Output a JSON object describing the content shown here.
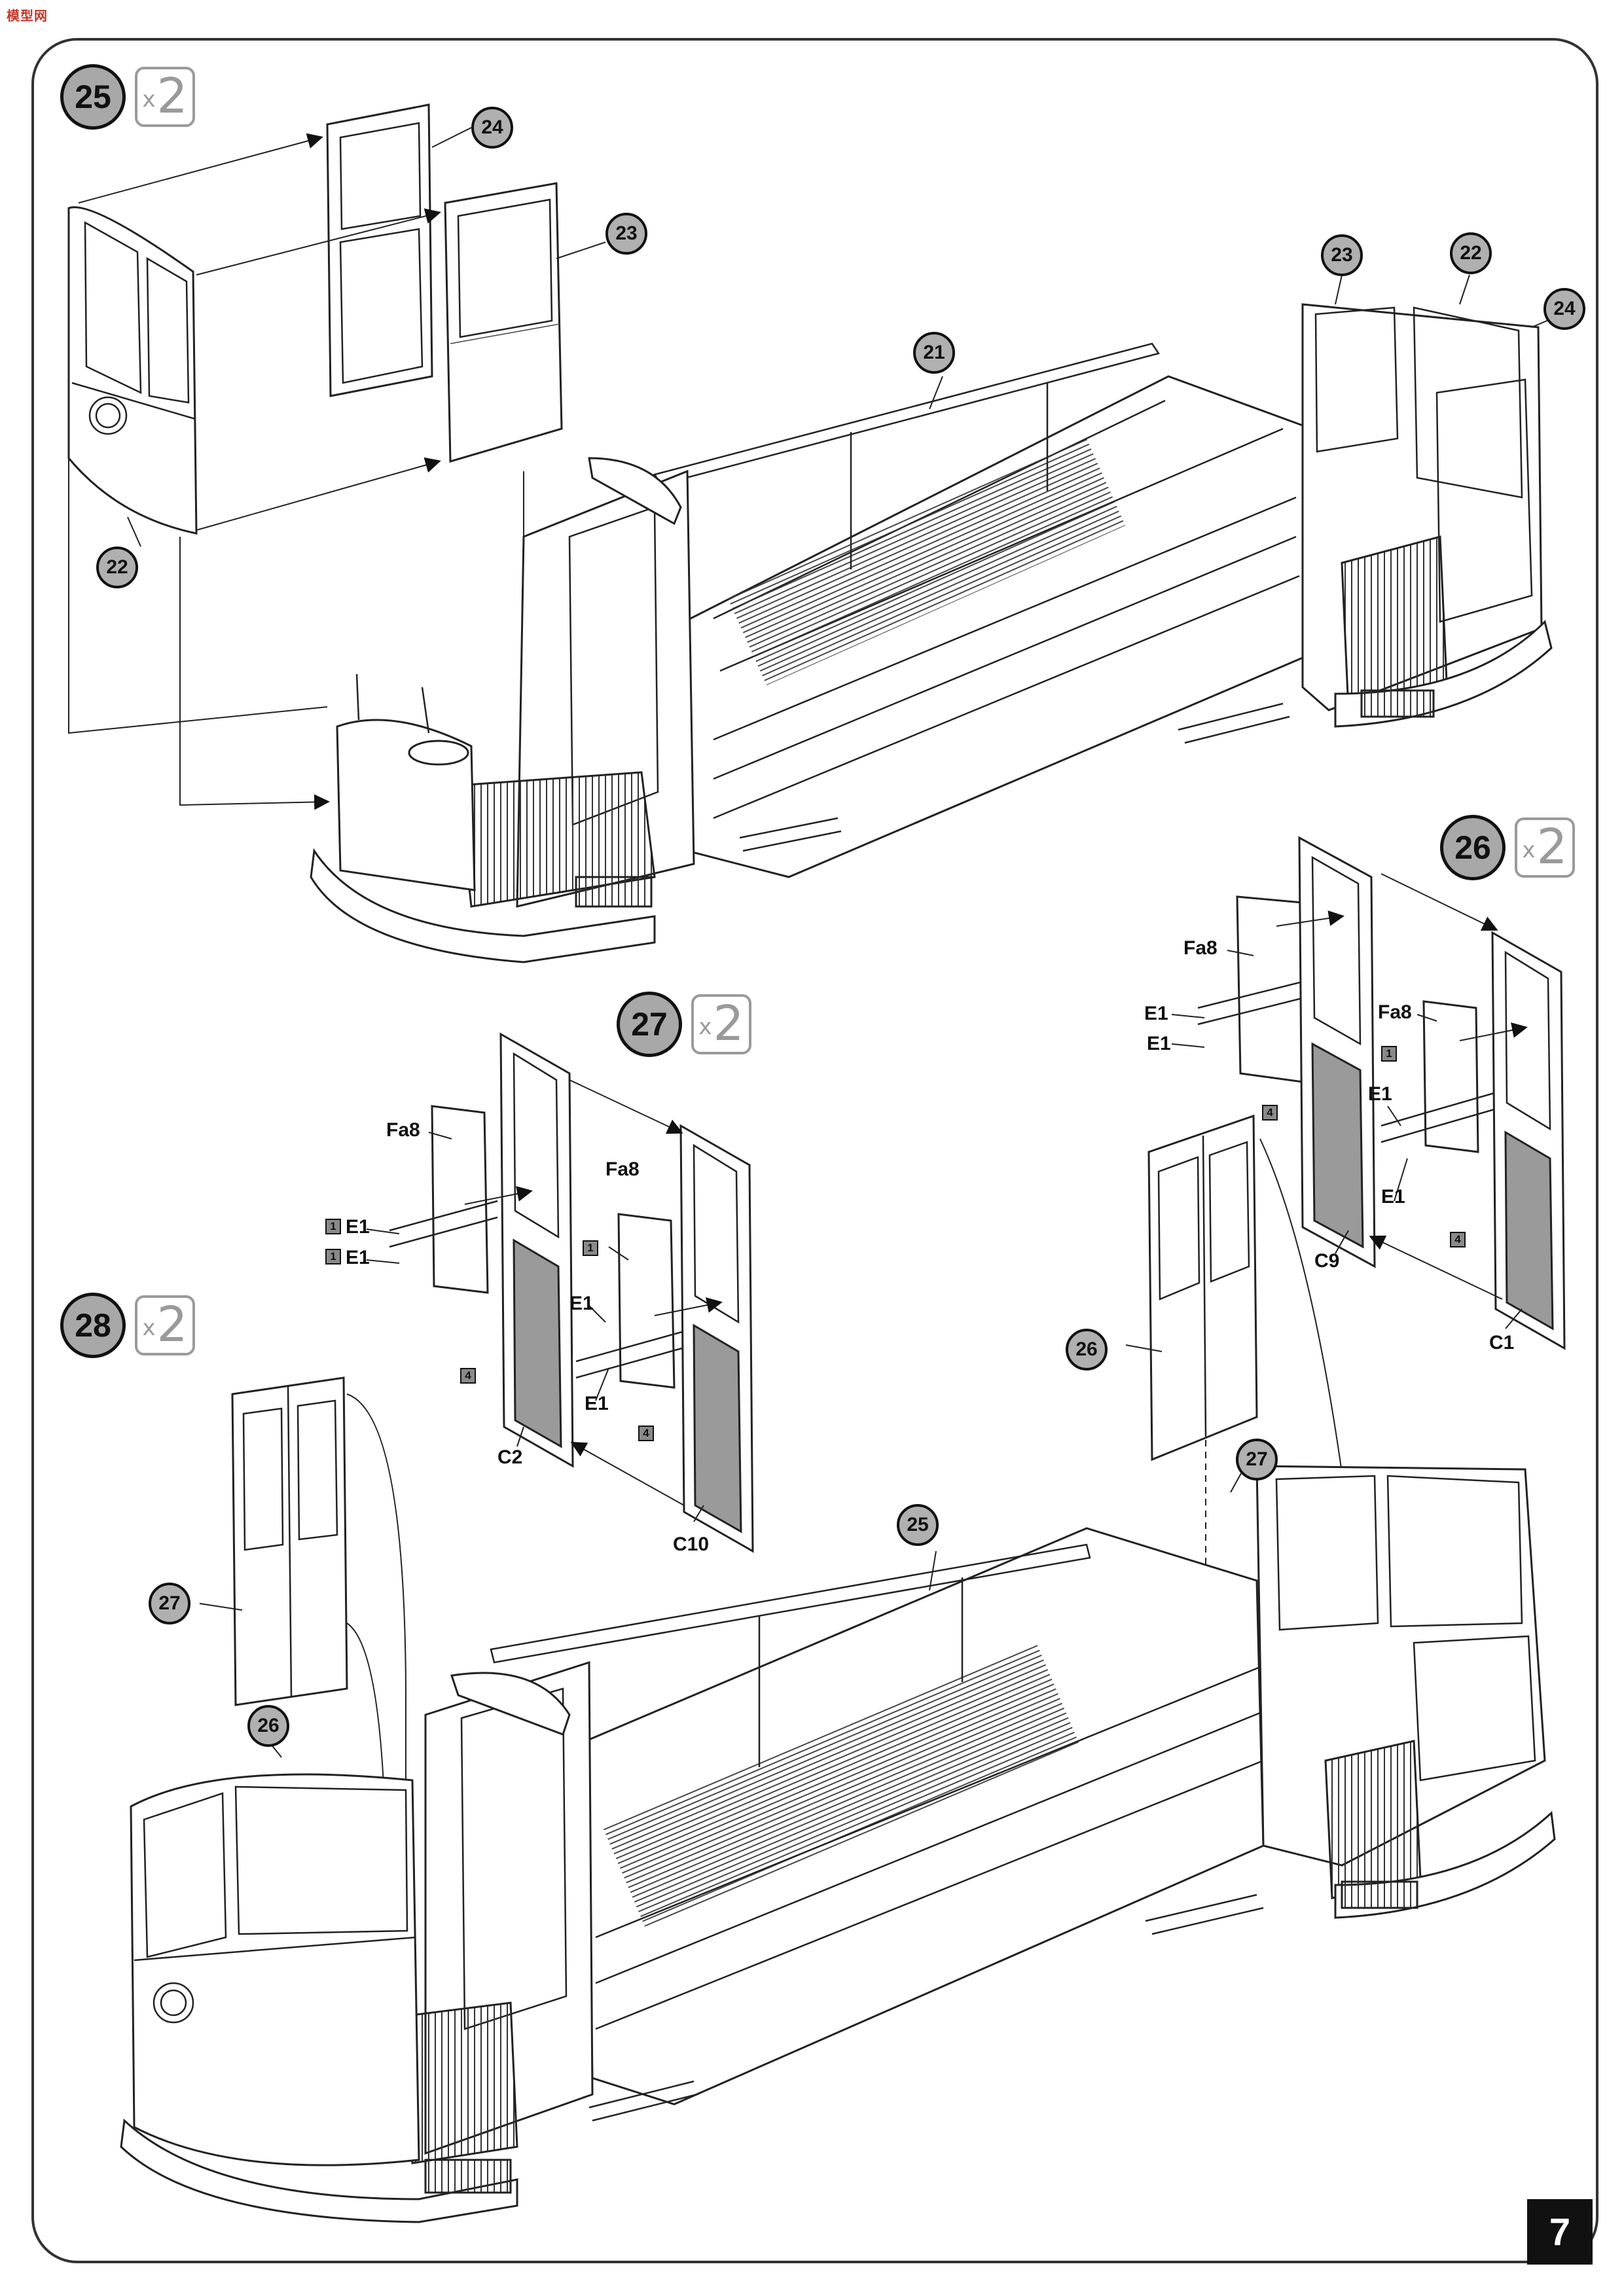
{
  "page": {
    "number": "7"
  },
  "watermark": "模型网",
  "steps": [
    {
      "number": "25",
      "multiplier": "2"
    },
    {
      "number": "26",
      "multiplier": "2"
    },
    {
      "number": "27",
      "multiplier": "2"
    },
    {
      "number": "28",
      "multiplier": "2"
    }
  ],
  "callouts": {
    "s25_24a": "24",
    "s25_23a": "23",
    "s25_22a": "22",
    "s25_21": "21",
    "s25_23b": "23",
    "s25_22b": "22",
    "s25_24b": "24",
    "s26_26": "26",
    "s27_27": "27",
    "s28_25": "25",
    "s28_27": "27",
    "s28_26": "26"
  },
  "part_labels": {
    "s26_fa8_a": "Fa8",
    "s26_e1_a": "E1",
    "s26_e1_b": "E1",
    "s26_fa8_b": "Fa8",
    "s26_e1_c": "E1",
    "s26_e1_d": "E1",
    "s26_c9": "C9",
    "s26_c1": "C1",
    "s27_fa8_a": "Fa8",
    "s27_e1_a": "E1",
    "s27_e1_b": "E1",
    "s27_fa8_b": "Fa8",
    "s27_e1_c": "E1",
    "s27_e1_d": "E1",
    "s27_c2": "C2",
    "s27_c10": "C10"
  },
  "glue_marks": {
    "s26_1": "1",
    "s26_4a": "4",
    "s26_4b": "4",
    "s27_1a": "1",
    "s27_1b": "1",
    "s27_1c": "1",
    "s27_4a": "4",
    "s27_4b": "4"
  }
}
